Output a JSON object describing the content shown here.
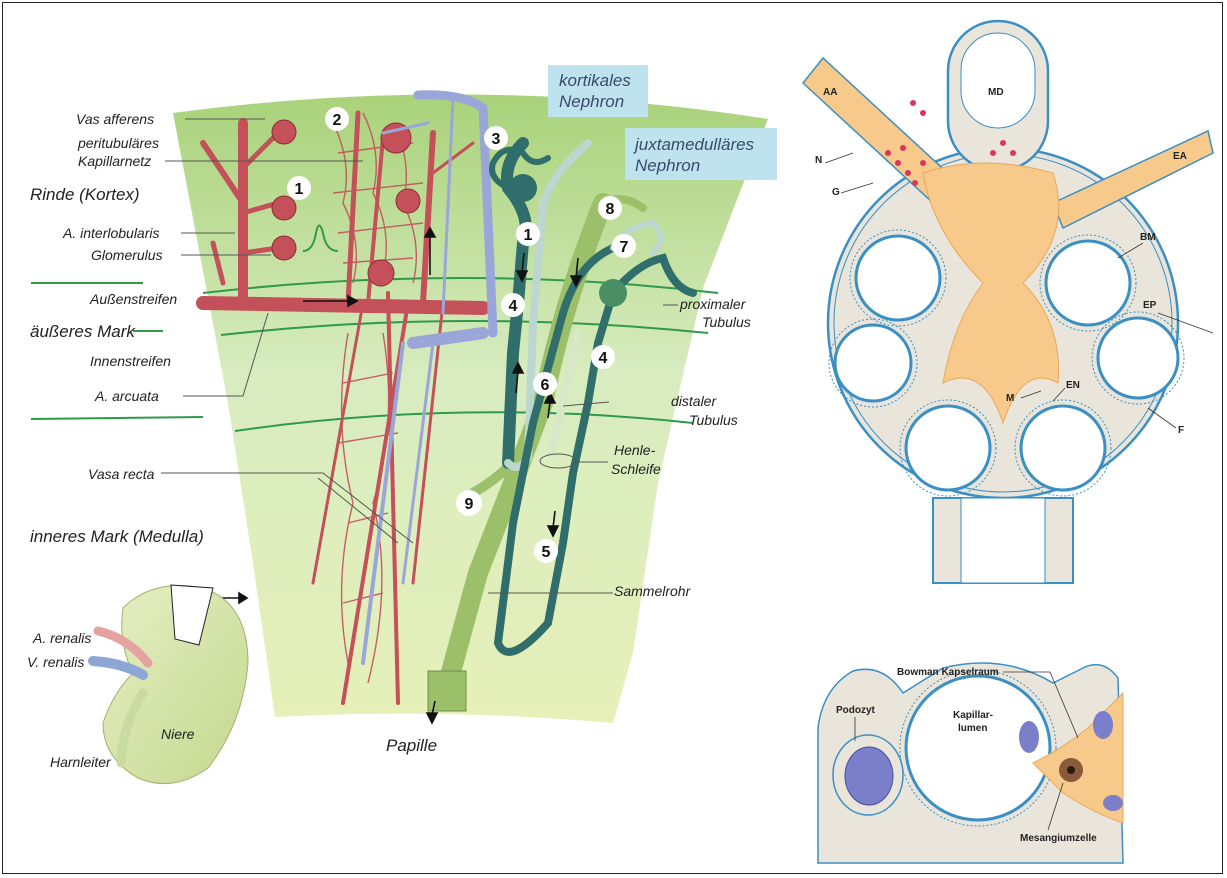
{
  "left": {
    "labels": {
      "vas_afferens": "Vas afferens",
      "peritubulaeres_1": "peritubuläres",
      "peritubulaeres_2": "Kapillarnetz",
      "rinde": "Rinde (Kortex)",
      "a_interlobularis": "A. interlobularis",
      "glomerulus": "Glomerulus",
      "aussenstreifen": "Außenstreifen",
      "aeusseres_mark": "äußeres Mark",
      "innenstreifen": "Innenstreifen",
      "a_arcuata": "A. arcuata",
      "vasa_recta": "Vasa recta",
      "inneres_mark": "inneres Mark (Medulla)",
      "a_renalis": "A. renalis",
      "v_renalis": "V. renalis",
      "niere": "Niere",
      "harnleiter": "Harnleiter",
      "papille": "Papille",
      "sammelrohr": "Sammelrohr",
      "henle_1": "Henle-",
      "henle_2": "Schleife",
      "distaler_1": "distaler",
      "distaler_2": "Tubulus",
      "proximaler_1": "proximaler",
      "proximaler_2": "Tubulus"
    },
    "boxes": {
      "kortikales_1": "kortikales",
      "kortikales_2": "Nephron",
      "juxta_1": "juxtamedulläres",
      "juxta_2": "Nephron"
    },
    "numbers": [
      "1",
      "2",
      "3",
      "1",
      "8",
      "7",
      "4",
      "4",
      "6",
      "9",
      "5"
    ]
  },
  "right_top": {
    "labels": {
      "AA": "AA",
      "MD": "MD",
      "N": "N",
      "G": "G",
      "EA": "EA",
      "BM": "BM",
      "EP": "EP",
      "EN": "EN",
      "M": "M",
      "F": "F"
    }
  },
  "right_bottom": {
    "labels": {
      "bowman": "Bowman Kapselraum",
      "podozyt": "Podozyt",
      "kapillar_1": "Kapillar-",
      "kapillar_2": "lumen",
      "mesangium": "Mesangiumzelle"
    }
  },
  "colors": {
    "cortex_green": "#cfe6a8",
    "vessel_red": "#c4505a",
    "vein_blue": "#9aa6d8",
    "nephron_dark": "#2f6e6a",
    "tube_green": "#9cc06a",
    "box_blue": "#bfe3ee",
    "mesangium_orange": "#f7c98a",
    "membrane_blue": "#3a8fc4"
  }
}
